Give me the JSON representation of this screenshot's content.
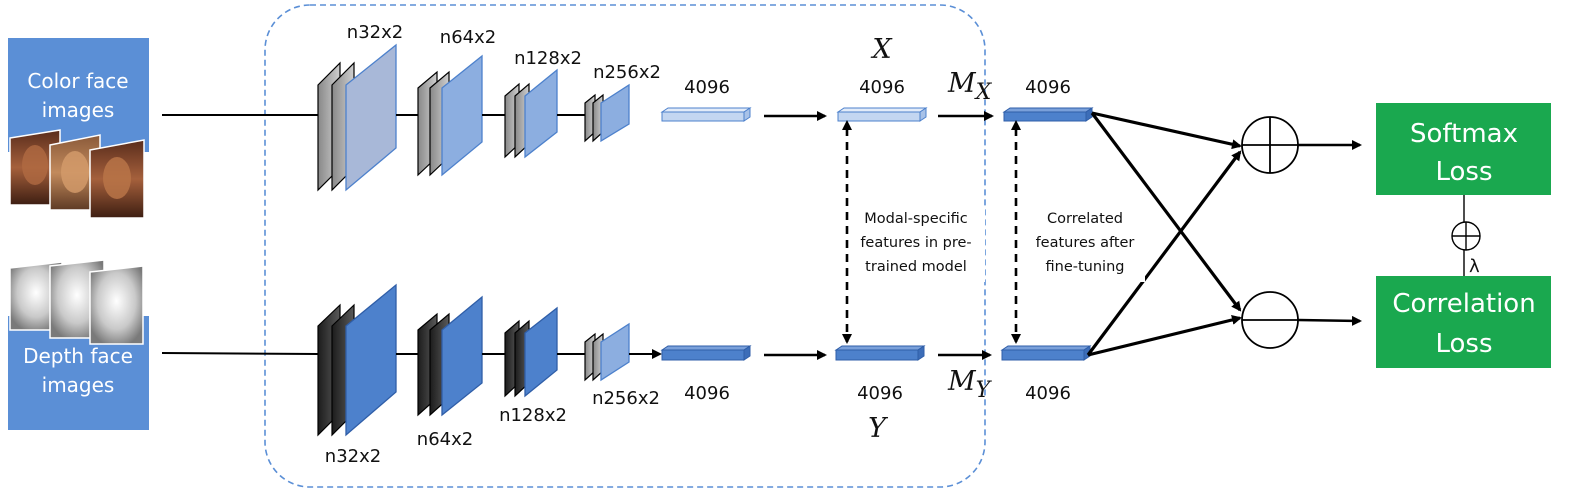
{
  "inputs": {
    "color_label": [
      "Color face",
      "images"
    ],
    "depth_label": [
      "Depth face",
      "images"
    ]
  },
  "layers": {
    "top": [
      "n32x2",
      "n64x2",
      "n128x2",
      "n256x2"
    ],
    "bottom": [
      "n32x2",
      "n64x2",
      "n128x2",
      "n256x2"
    ]
  },
  "features": {
    "fc_top": "4096",
    "fc_bottom": "4096",
    "x_size": "4096",
    "y_size": "4096",
    "mx_size": "4096",
    "my_size": "4096",
    "x_symbol": "X",
    "y_symbol": "Y",
    "mx_base": "M",
    "mx_sub": "X",
    "my_base": "M",
    "my_sub": "Y"
  },
  "notes": {
    "modal_specific": [
      "Modal-specific",
      "features in pre-",
      "trained model"
    ],
    "correlated": [
      "Correlated",
      "features after",
      "fine-tuning"
    ]
  },
  "losses": {
    "softmax": [
      "Softmax",
      "Loss"
    ],
    "correlation": [
      "Correlation",
      "Loss"
    ],
    "lambda": "λ"
  },
  "colors": {
    "input_box": "#5b8fd6",
    "loss_box": "#1aa84f",
    "dashed_border": "#5b8fd6",
    "feature_light": "#c3d6f1",
    "feature_dark": "#4d81cc",
    "layer_front": "#8caee0"
  }
}
